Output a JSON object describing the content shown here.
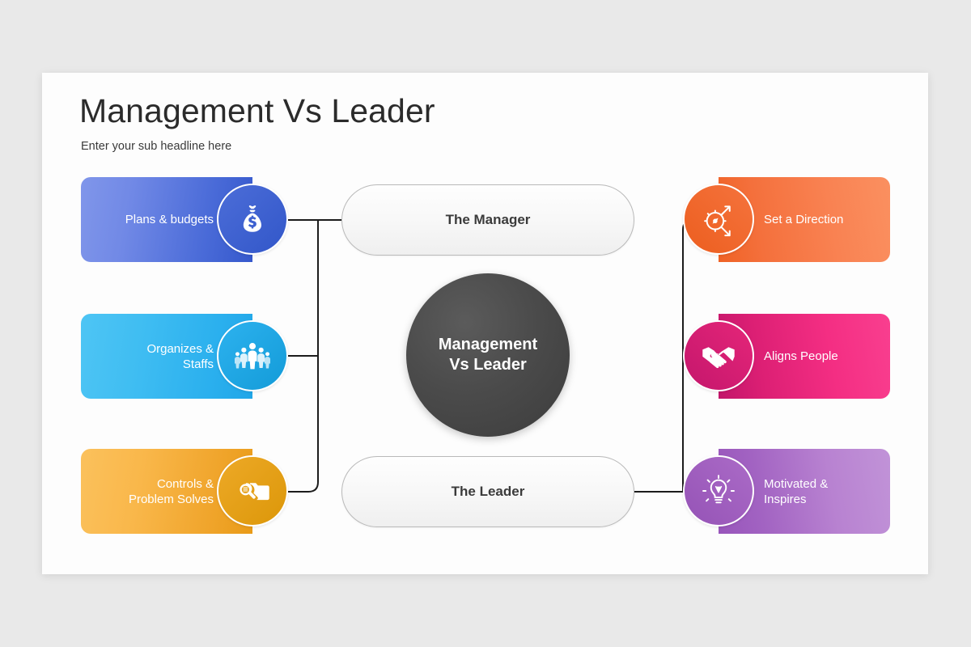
{
  "slide": {
    "title": "Management Vs Leader",
    "subtitle": "Enter your sub headline here",
    "background_color": "#e9e9e9",
    "panel_color": "#fdfdfd"
  },
  "center": {
    "top_pill": "The Manager",
    "bottom_pill": "The Leader",
    "hub_line1": "Management",
    "hub_line2": "Vs Leader",
    "hub_color": "#4b4b4b"
  },
  "left_items": [
    {
      "label": "Plans & budgets",
      "icon": "money-bag-icon",
      "card_class": "card-blue",
      "bubble_class": "bub-blue",
      "color": "#3b5fd0"
    },
    {
      "label": "Organizes &\nStaffs",
      "line1": "Organizes &",
      "line2": "Staffs",
      "icon": "people-group-icon",
      "card_class": "card-cyan",
      "bubble_class": "bub-cyan",
      "color": "#2bb0ee"
    },
    {
      "label": "Controls &\nProblem Solves",
      "line1": "Controls &",
      "line2": "Problem Solves",
      "icon": "folder-search-icon",
      "card_class": "card-amber",
      "bubble_class": "bub-amber",
      "color": "#f0a52c"
    }
  ],
  "right_items": [
    {
      "label": "Set a Direction",
      "icon": "compass-direction-icon",
      "card_class": "card-orange",
      "bubble_class": "bub-orange",
      "color": "#f4703c"
    },
    {
      "label": "Aligns People",
      "icon": "handshake-icon",
      "card_class": "card-pink",
      "bubble_class": "bub-pink",
      "color": "#ee2a80"
    },
    {
      "label": "Motivated &\nInspires",
      "line1": "Motivated &",
      "line2": "Inspires",
      "icon": "lightbulb-icon",
      "card_class": "card-purple",
      "bubble_class": "bub-purple",
      "color": "#a263c2"
    }
  ],
  "connectors": {
    "line_color": "#1c1c1c",
    "line_width": 2
  }
}
